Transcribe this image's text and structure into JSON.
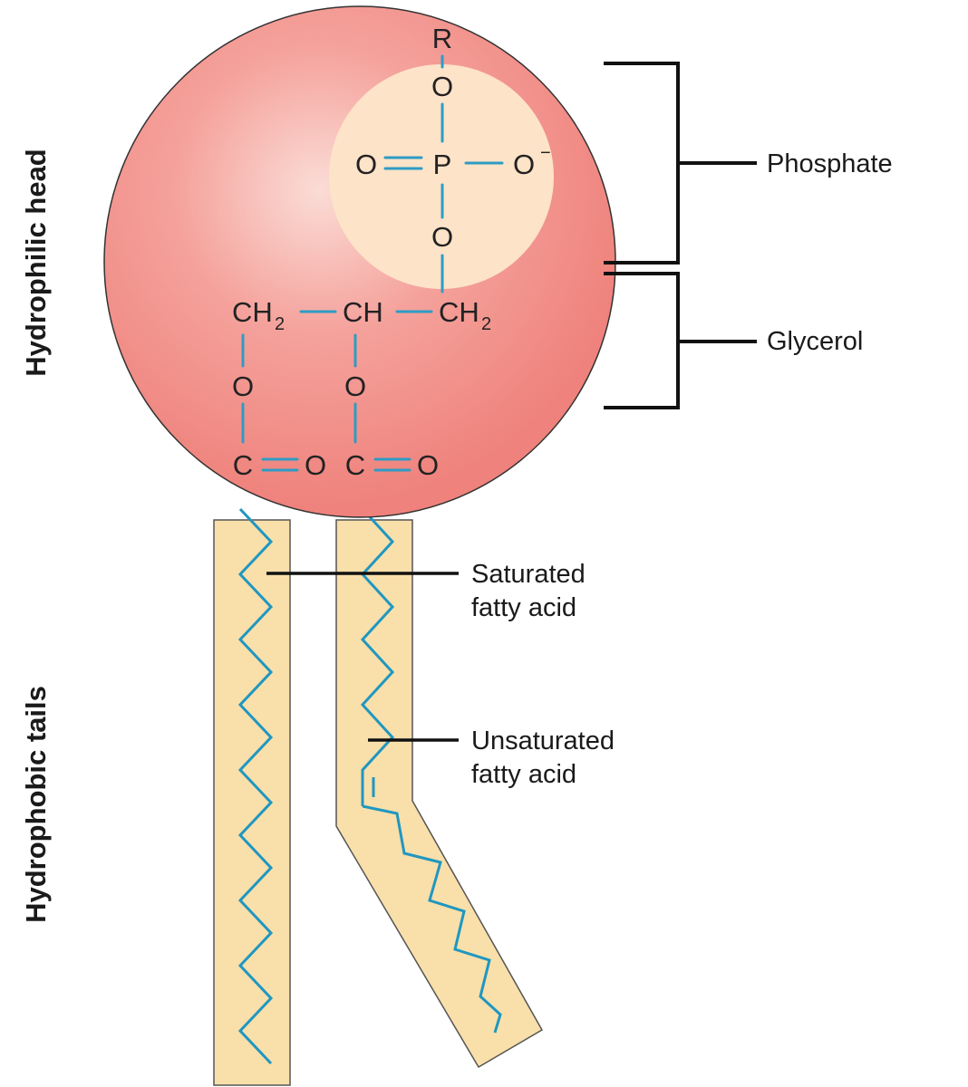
{
  "side_labels": {
    "head": "Hydrophilic head",
    "tails": "Hydrophobic tails"
  },
  "phosphate_group": {
    "r": "R",
    "o_top": "O",
    "o_left": "O",
    "p": "P",
    "o_right": "O",
    "charge": "−",
    "o_bottom": "O"
  },
  "glycerol_group": {
    "ch2_left": "CH",
    "ch2_left_sub": "2",
    "ch_mid": "CH",
    "ch2_right": "CH",
    "ch2_right_sub": "2",
    "o_left": "O",
    "o_mid": "O",
    "c_left": "C",
    "o_c_left": "O",
    "c_mid": "C",
    "o_c_mid": "O"
  },
  "labels": {
    "phosphate": "Phosphate",
    "glycerol": "Glycerol",
    "saturated_line1": "Saturated",
    "saturated_line2": "fatty acid",
    "unsaturated_line1": "Unsaturated",
    "unsaturated_line2": "fatty acid"
  },
  "colors": {
    "head": "#f08a84",
    "phosphate_region": "#fde3c8",
    "tail_fill": "#f9dfaa",
    "bond": "#2e9cc4"
  }
}
